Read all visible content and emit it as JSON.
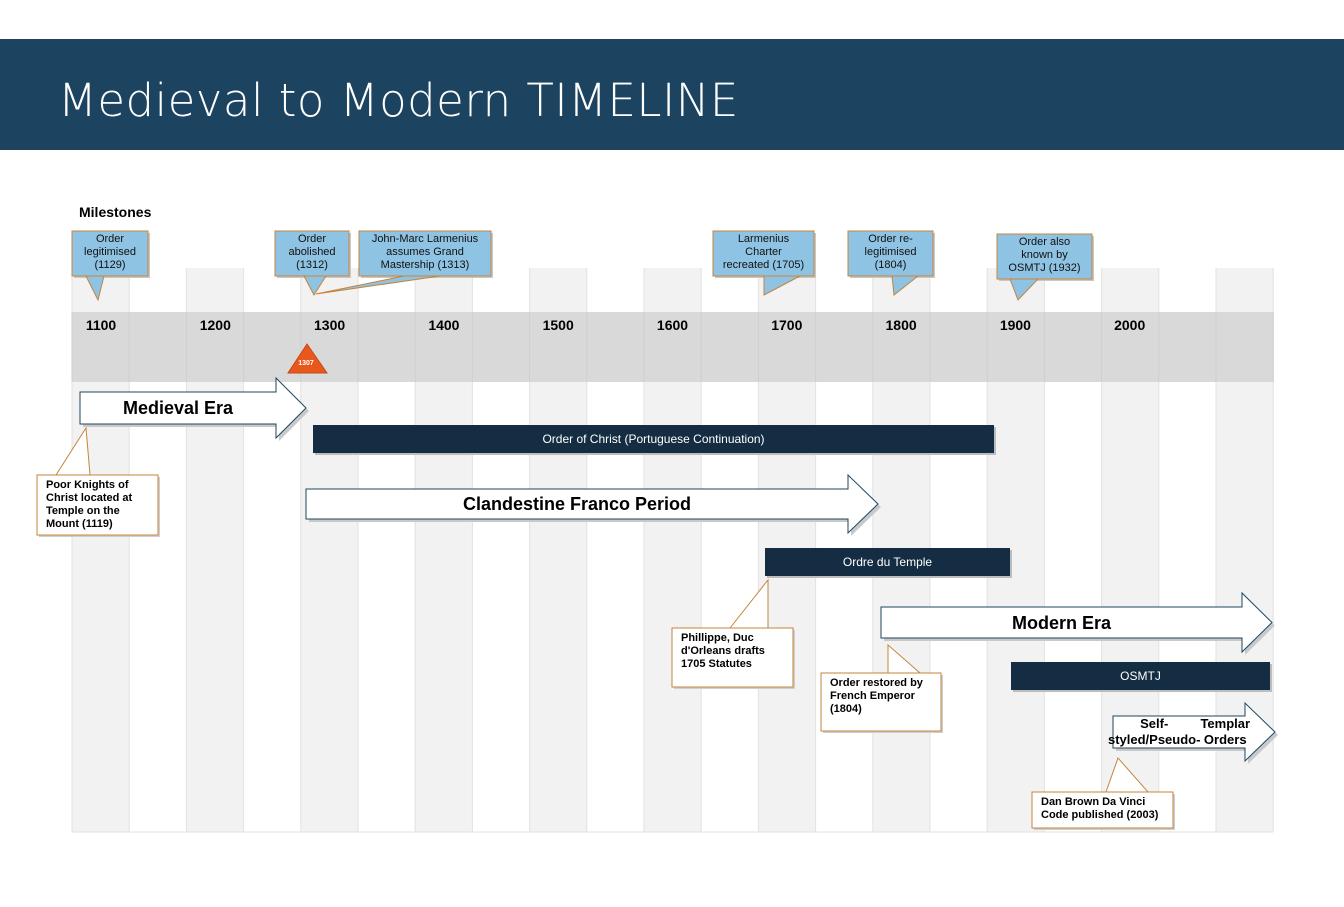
{
  "header": {
    "title": "Medieval to Modern TIMELINE",
    "bg_color": "#1c4460"
  },
  "milestones_label": "Milestones",
  "years": [
    "1100",
    "1200",
    "1300",
    "1400",
    "1500",
    "1600",
    "1700",
    "1800",
    "1900",
    "2000"
  ],
  "milestones": [
    {
      "text": "Order legitimised (1129)",
      "lines": [
        "Order",
        "legitimised",
        "(1129)"
      ]
    },
    {
      "text": "Order abolished (1312)",
      "lines": [
        "Order",
        "abolished",
        "(1312)"
      ]
    },
    {
      "text": "John-Marc Larmenius assumes Grand Mastership (1313)",
      "lines": [
        "John-Marc Larmenius",
        "assumes Grand",
        "Mastership (1313)"
      ]
    },
    {
      "text": "Larmenius Charter recreated (1705)",
      "lines": [
        "Larmenius",
        "Charter",
        "recreated (1705)"
      ]
    },
    {
      "text": "Order re-legitimised (1804)",
      "lines": [
        "Order re-",
        "legitimised",
        "(1804)"
      ]
    },
    {
      "text": "Order also known by OSMTJ (1932)",
      "lines": [
        "Order also",
        "known by",
        "OSMTJ  (1932)"
      ]
    }
  ],
  "marker": {
    "label": "1307",
    "color": "#e8581c"
  },
  "eras": [
    {
      "label": "Medieval Era"
    },
    {
      "label": "Clandestine Franco Period"
    },
    {
      "label": "Modern Era"
    },
    {
      "label": "Self-styled/Pseudo-Templar Orders",
      "lines": [
        "Self-styled/Pseudo-",
        "Templar Orders"
      ]
    }
  ],
  "bars": [
    {
      "label": "Order of Christ (Portuguese Continuation)"
    },
    {
      "label": "Ordre du Temple"
    },
    {
      "label": "OSMTJ"
    }
  ],
  "notes": [
    {
      "text": "Poor Knights of Christ located at Temple on the Mount (1119)",
      "lines": [
        "Poor Knights of",
        "Christ located at",
        "Temple on the",
        "Mount (1119)"
      ]
    },
    {
      "text": "Phillippe, Duc d'Orleans drafts 1705 Statutes",
      "lines": [
        "Phillippe, Duc",
        "d'Orleans drafts",
        "1705 Statutes"
      ]
    },
    {
      "text": "Order restored by French Emperor (1804)",
      "lines": [
        "Order restored by",
        "French Emperor",
        "(1804)"
      ]
    },
    {
      "text": "Dan Brown Da Vinci Code published (2003)",
      "lines": [
        "Dan Brown Da Vinci",
        "Code published (2003)"
      ]
    }
  ],
  "colors": {
    "callout_fill": "#8fc3e3",
    "callout_border": "#c6843c",
    "note_border": "#c6843c",
    "bar_fill": "#142d42",
    "year_band": "#d9d9d9",
    "column_shade": "#f2f2f2"
  }
}
